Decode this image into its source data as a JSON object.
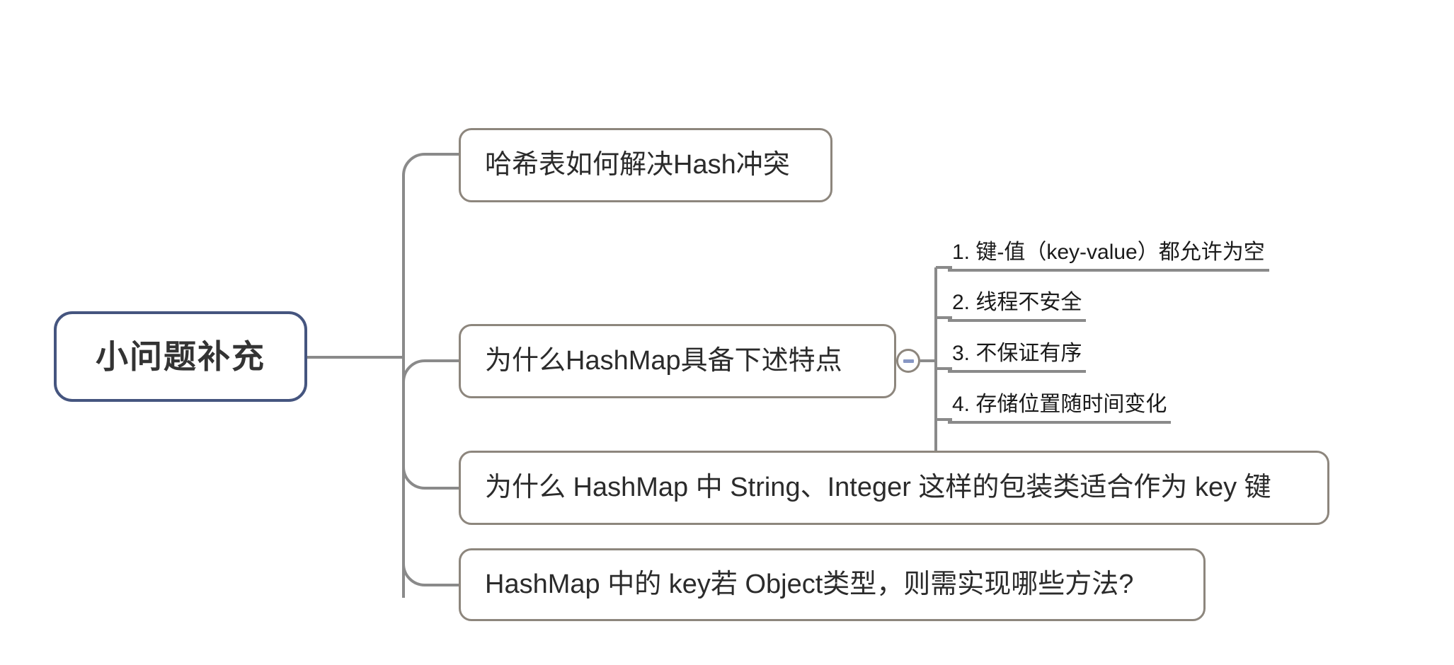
{
  "diagram": {
    "type": "mind-map",
    "background_color": "#ffffff",
    "root_border_color": "#45557f",
    "node_border_color": "#8d867d",
    "connector_color": "#8a8a8a",
    "leaf_rule_color": "#8a8a8a",
    "toggle_minus_color": "#8897c4"
  },
  "root": {
    "label": "小问题补充"
  },
  "branches": [
    {
      "id": "node-1",
      "label": "哈希表如何解决Hash冲突"
    },
    {
      "id": "node-2",
      "label": "为什么HashMap具备下述特点",
      "toggle": {
        "name": "collapse-toggle",
        "state": "expanded",
        "glyph": "minus"
      },
      "children": [
        {
          "label": "1. 键-值（key-value）都允许为空"
        },
        {
          "label": "2. 线程不安全"
        },
        {
          "label": "3. 不保证有序"
        },
        {
          "label": "4. 存储位置随时间变化"
        }
      ]
    },
    {
      "id": "node-3",
      "label": "为什么 HashMap 中 String、Integer 这样的包装类适合作为 key 键"
    },
    {
      "id": "node-4",
      "label": "HashMap 中的 key若 Object类型，则需实现哪些方法?"
    }
  ]
}
